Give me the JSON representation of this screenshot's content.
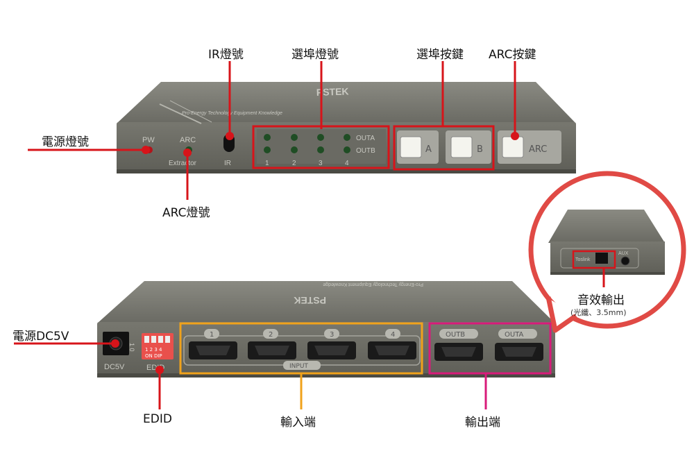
{
  "brand": "PSTEK",
  "tagline": "Pro-Energy Technology Equipment Knowledge",
  "front_panel": {
    "pw_label": "PW",
    "arc_label": "ARC",
    "extractor_label": "Extractor",
    "ir_label": "IR",
    "outa_label": "OUTA",
    "outb_label": "OUTB",
    "port_numbers": [
      "1",
      "2",
      "3",
      "4"
    ],
    "button_a": "A",
    "button_b": "B",
    "button_arc": "ARC"
  },
  "rear_panel": {
    "dc_label": "DC5V",
    "edid_label": "EDID",
    "dip_on": "1 0",
    "dip_numbers": "1 2 3 4",
    "dip_text": "ON DIP",
    "input_ports": [
      "1",
      "2",
      "3",
      "4"
    ],
    "input_label": "INPUT",
    "output_ports": [
      "OUTB",
      "OUTA"
    ]
  },
  "side_view": {
    "toslink_label": "Toslink",
    "aux_label": "AUX"
  },
  "callouts": {
    "ir_led": "IR燈號",
    "port_led": "選埠燈號",
    "port_button": "選埠按鍵",
    "arc_button": "ARC按鍵",
    "power_led": "電源燈號",
    "arc_led": "ARC燈號",
    "power_dc": "電源DC5V",
    "edid": "EDID",
    "input_port": "輸入端",
    "output_port": "輸出端",
    "audio_out": "音效輸出",
    "audio_out_sub": "(光纖、3.5mm)"
  },
  "colors": {
    "red": "#d7141a",
    "orange": "#f0a21b",
    "magenta": "#d81b7a",
    "body": "#707069",
    "body_dark": "#55554f",
    "bubble": "#e04a45"
  }
}
